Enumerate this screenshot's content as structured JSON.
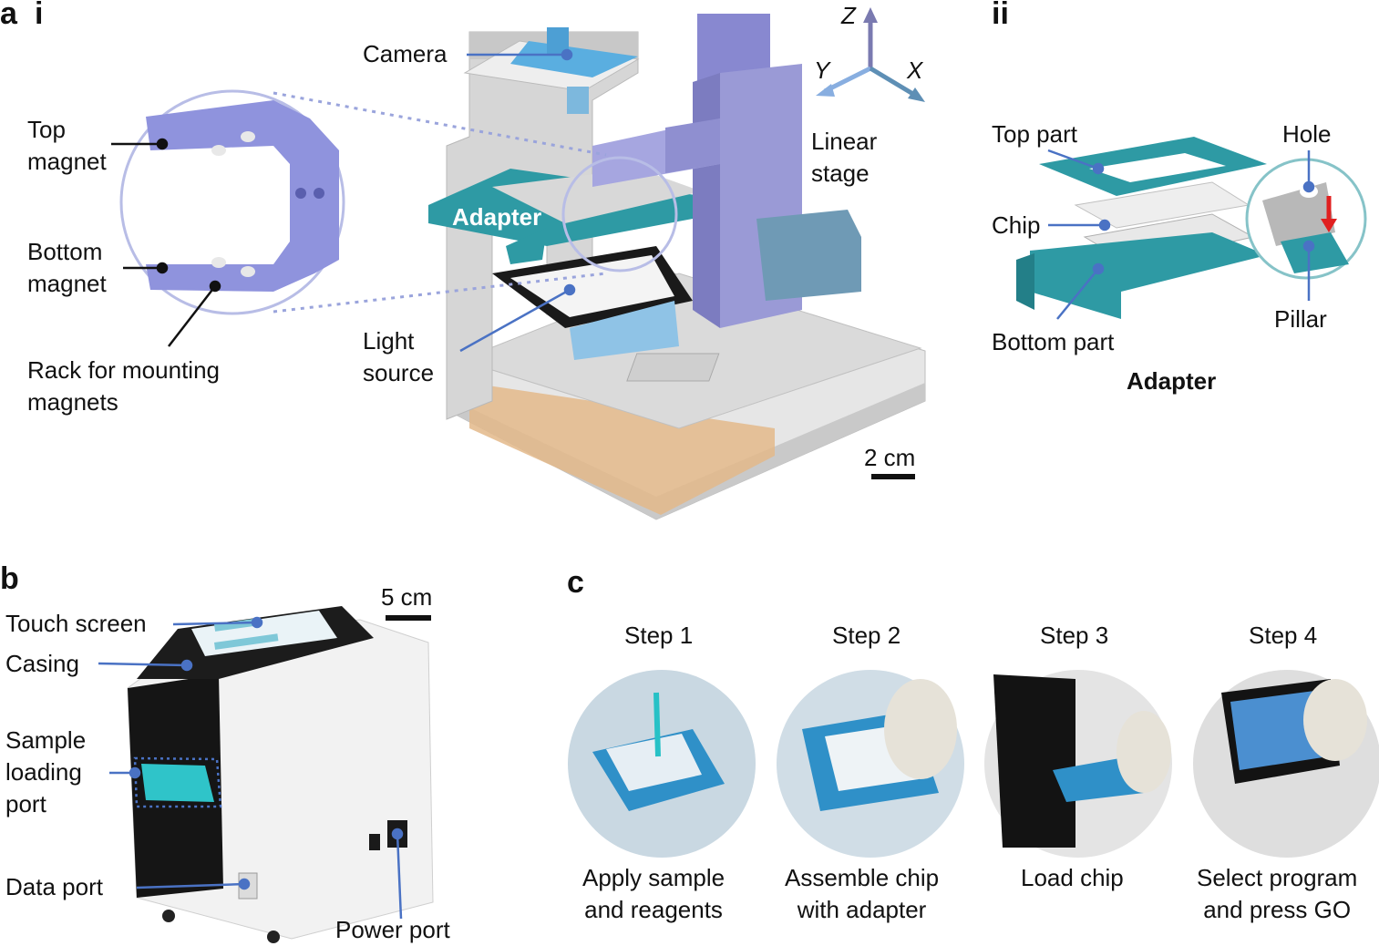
{
  "panels": {
    "a": "a",
    "a_i": "i",
    "a_ii": "ii",
    "b": "b",
    "c": "c"
  },
  "panel_a_i": {
    "labels": {
      "camera": "Camera",
      "top_magnet": "Top\nmagnet",
      "bottom_magnet": "Bottom\nmagnet",
      "rack": "Rack for mounting\nmagnets",
      "adapter": "Adapter",
      "linear_stage": "Linear\nstage",
      "light_source": "Light\nsource",
      "axis_z": "Z",
      "axis_y": "Y",
      "axis_x": "X",
      "scale_bar": "2 cm"
    }
  },
  "panel_a_ii": {
    "labels": {
      "top_part": "Top part",
      "hole": "Hole",
      "chip": "Chip",
      "pillar": "Pillar",
      "bottom_part": "Bottom part",
      "caption": "Adapter"
    }
  },
  "panel_b": {
    "labels": {
      "touch_screen": "Touch screen",
      "casing": "Casing",
      "sample_loading_port": "Sample\nloading\nport",
      "data_port": "Data port",
      "power_port": "Power port",
      "scale_bar": "5 cm"
    }
  },
  "panel_c": {
    "steps": [
      {
        "title": "Step 1",
        "caption": "Apply sample\nand reagents"
      },
      {
        "title": "Step 2",
        "caption": "Assemble chip\nwith adapter"
      },
      {
        "title": "Step 3",
        "caption": "Load chip"
      },
      {
        "title": "Step 4",
        "caption": "Select program\nand press GO"
      }
    ]
  },
  "colors": {
    "magnet_purple": "#8f93dd",
    "stage_purple": "#9a9ad6",
    "adapter_teal": "#2e9aa4",
    "camera_blue": "#5aaee0",
    "leader_blue": "#4a72c4",
    "frame_grey": "#d4d4d4",
    "arrow_red": "#e02020",
    "device_black": "#151515"
  }
}
